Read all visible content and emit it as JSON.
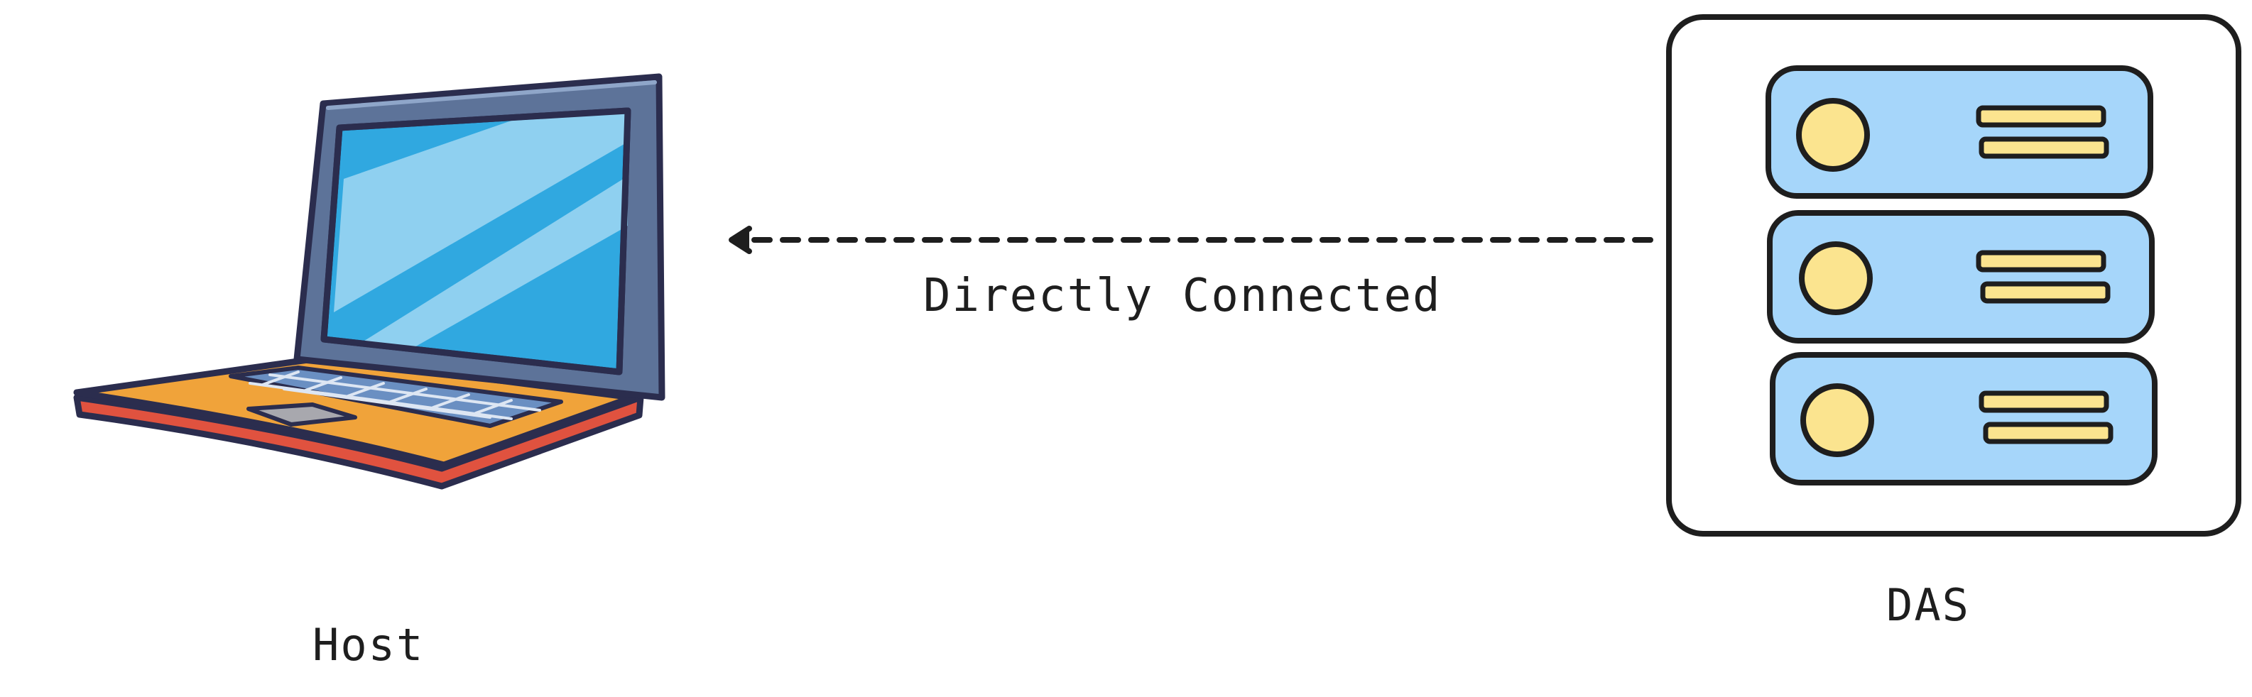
{
  "nodes": [
    {
      "id": "host",
      "label": "Host",
      "icon": "laptop-icon"
    },
    {
      "id": "das",
      "label": "DAS",
      "icon": "storage-array-icon"
    }
  ],
  "edges": [
    {
      "from": "das",
      "to": "host",
      "label": "Directly Connected",
      "style": "dashed",
      "arrow": "end"
    }
  ],
  "colors": {
    "outline": "#2b2d4e",
    "screen": "#30a8e0",
    "screen_glare": "#8fd0f0",
    "laptop_frame": "#5d7399",
    "keyboard_deck": "#f0a33a",
    "laptop_edge": "#e0523f",
    "keys": "#6a8fc2",
    "drive_fill": "#a6d6fa",
    "led_fill": "#fbe48f",
    "slot_fill": "#fbe48f",
    "arrow": "#1e1e1e"
  }
}
